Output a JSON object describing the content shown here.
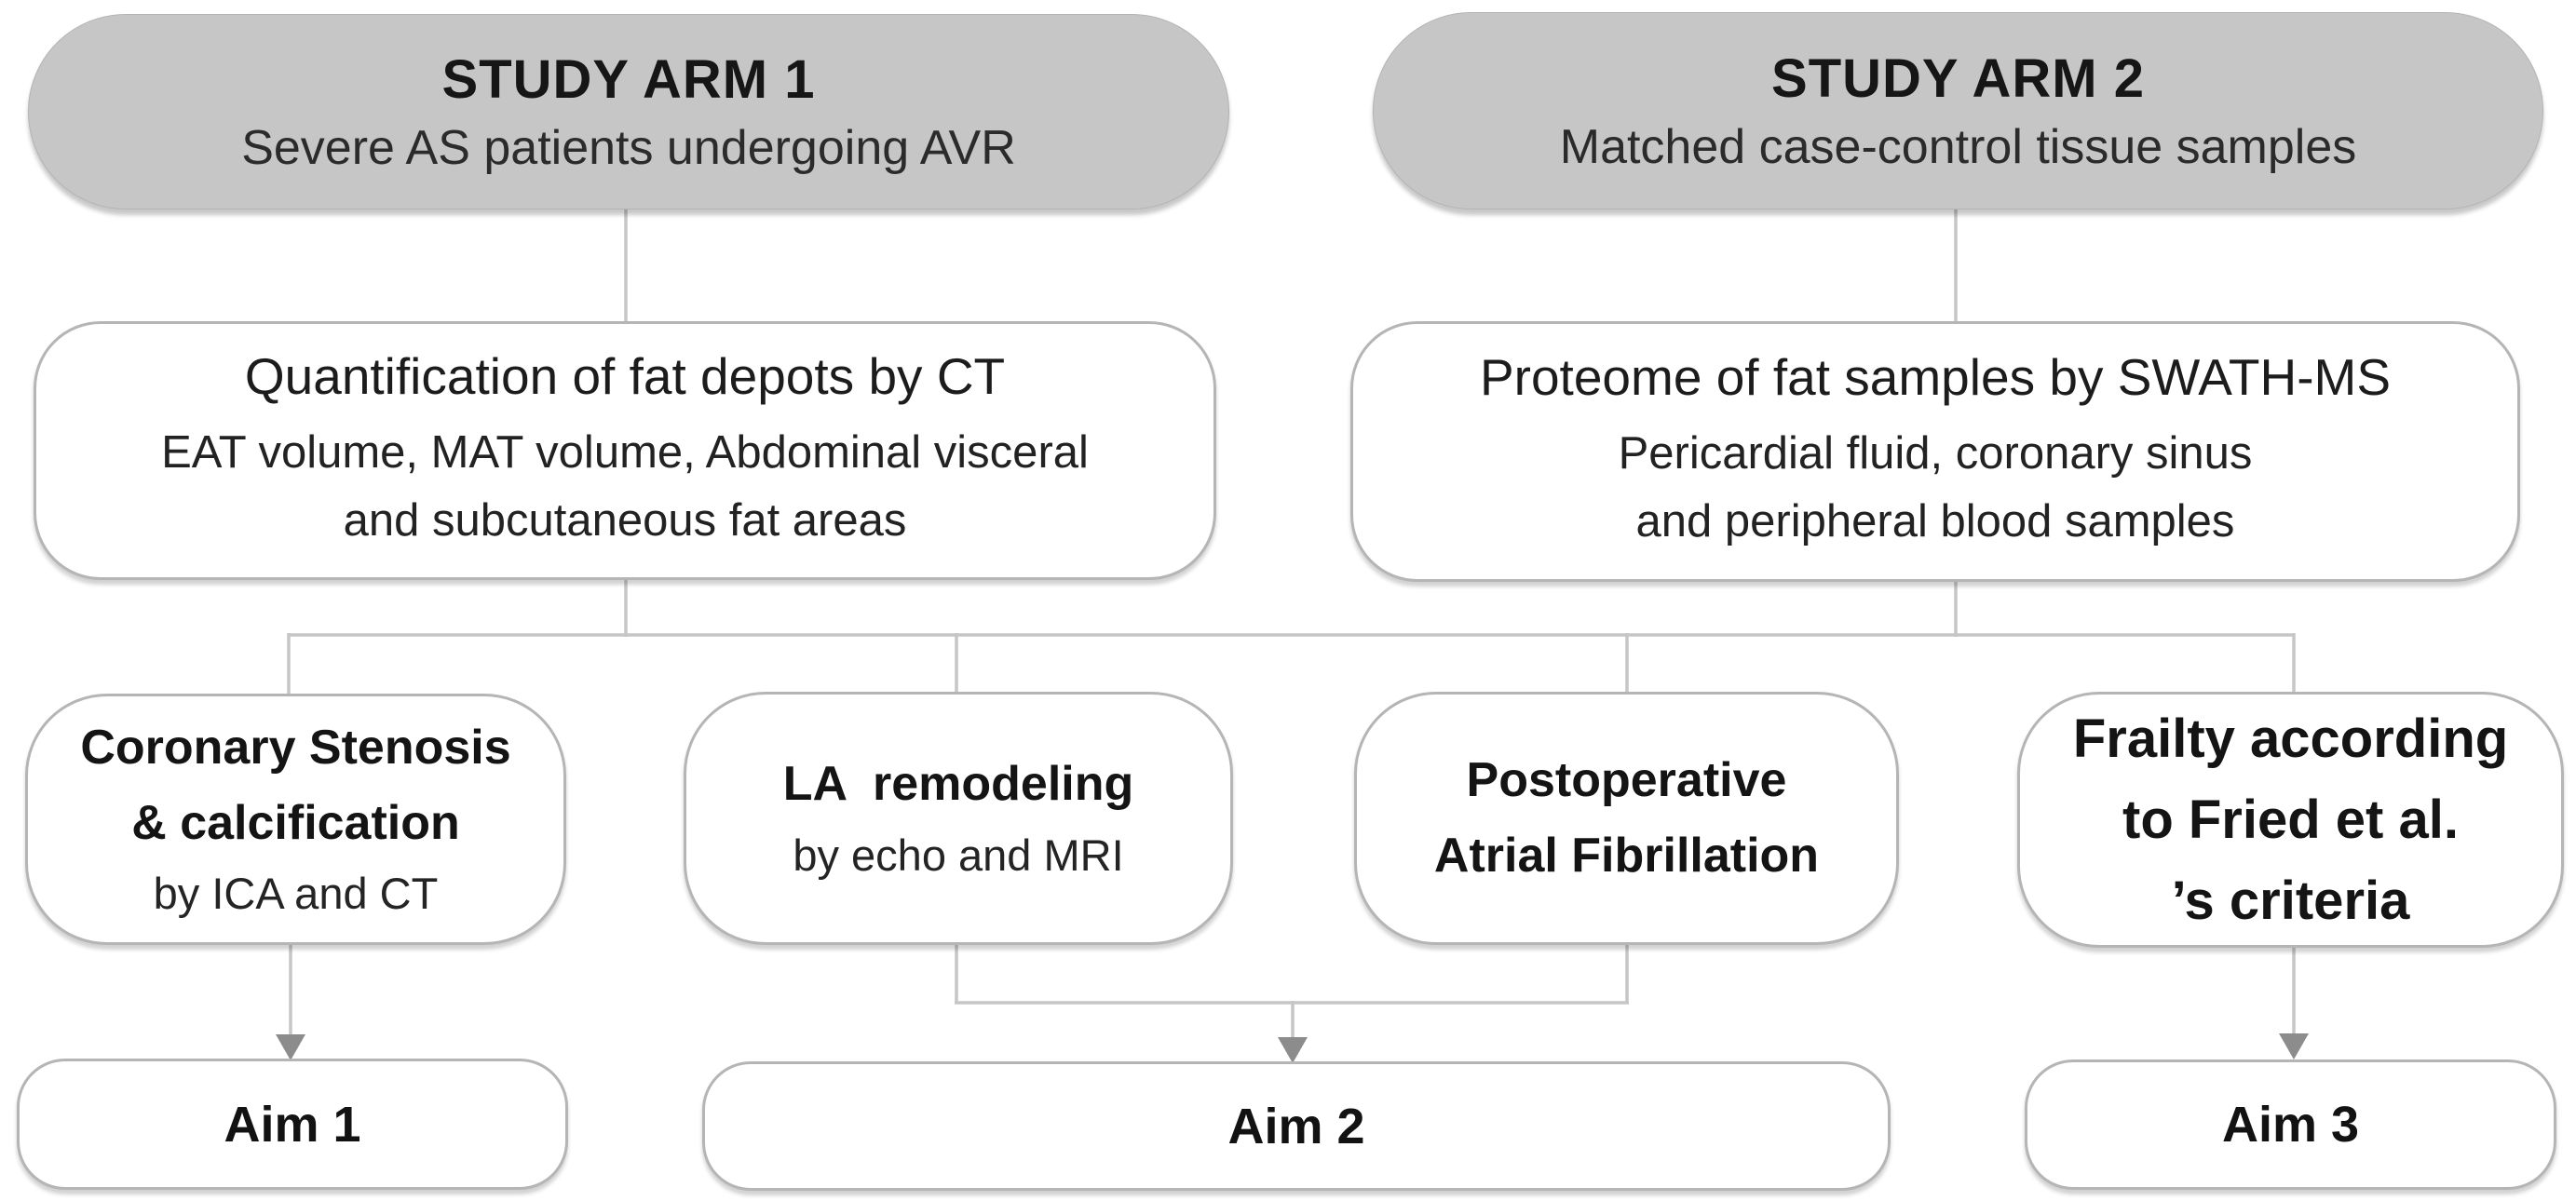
{
  "diagram": {
    "arms": [
      {
        "title": "STUDY ARM 1",
        "subtitle": "Severe AS patients undergoing AVR"
      },
      {
        "title": "STUDY ARM 2",
        "subtitle": "Matched case-control tissue samples"
      }
    ],
    "methods": [
      {
        "title": "Quantification of fat depots by CT",
        "lines": [
          "EAT volume, MAT volume, Abdominal visceral",
          "and subcutaneous fat areas"
        ]
      },
      {
        "title": "Proteome of fat samples by SWATH-MS",
        "lines": [
          "Pericardial fluid, coronary sinus",
          "and peripheral blood samples"
        ]
      }
    ],
    "outcomes": [
      {
        "bold_lines": [
          "Coronary Stenosis",
          "& calcification"
        ],
        "sub_line": "by ICA and CT"
      },
      {
        "bold_lines": [
          "LA  remodeling"
        ],
        "sub_line": "by echo and MRI"
      },
      {
        "bold_lines": [
          "Postoperative",
          "Atrial Fibrillation"
        ],
        "sub_line": ""
      },
      {
        "bold_lines": [
          "Frailty according",
          "to Fried et al.",
          "’s criteria"
        ],
        "sub_line": ""
      }
    ],
    "aims": [
      {
        "label": "Aim 1"
      },
      {
        "label": "Aim 2"
      },
      {
        "label": "Aim 3"
      }
    ],
    "colors": {
      "arm_fill": "#c6c6c6",
      "arm_edge": "#b4b4b4",
      "box_border": "#b5b5b5",
      "line": "#c6c6c6",
      "arrow": "#8c8c8c",
      "text": "#1a1a1a"
    }
  }
}
